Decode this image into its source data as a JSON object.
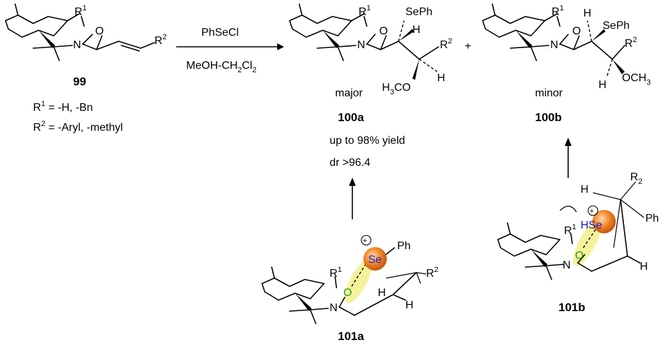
{
  "reagents": {
    "reagent": "PhSeCl",
    "solvent_pre": "MeOH-CH",
    "solvent_sub1": "2",
    "solvent_mid": "Cl",
    "solvent_sub2": "2"
  },
  "compound_99": {
    "label": "99",
    "r1": "R",
    "r1_sup": "1",
    "r1_def": " = -H, -Bn",
    "r2": "R",
    "r2_sup": "2",
    "r2_def": " = -Aryl, -methyl"
  },
  "atoms": {
    "R": "R",
    "one": "1",
    "two": "2",
    "O": "O",
    "N": "N",
    "H": "H",
    "SePh": "SePh",
    "Se": "Se",
    "HSe": "HSe",
    "Ph": "Ph",
    "H3CO_a": "H",
    "H3CO_sub": "3",
    "H3CO_b": "CO",
    "OCH3_a": "OCH",
    "OCH3_sub": "3",
    "plus": "+",
    "charge": "+",
    "R2_sub": "2"
  },
  "product_100a": {
    "caption": "major",
    "label": "100a",
    "yield": "up to 98% yield",
    "dr": "dr >96.4"
  },
  "product_100b": {
    "caption": "minor",
    "label": "100b"
  },
  "ts_101a": {
    "label": "101a"
  },
  "ts_101b": {
    "label": "101b"
  },
  "colors": {
    "selenium_sphere": "#f0892b",
    "interaction_highlight": "#f3f08a",
    "selenium_text": "#1a1ad6",
    "oxygen_ts_text": "#1f9a1f"
  }
}
